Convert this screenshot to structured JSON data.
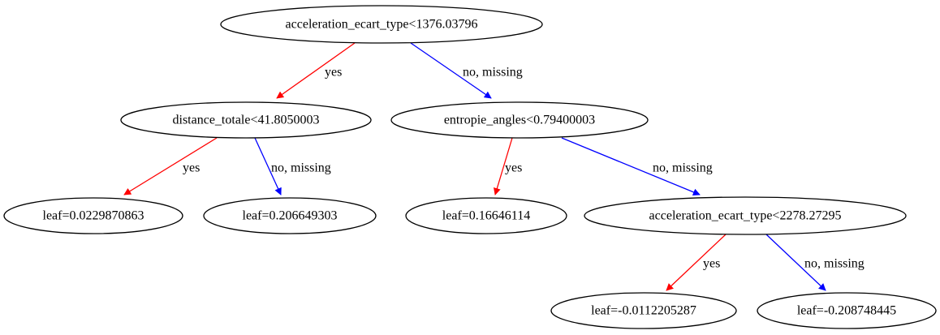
{
  "colors": {
    "yes_edge": "#ff0000",
    "no_edge": "#0000ff",
    "node_stroke": "#000000",
    "background": "#ffffff"
  },
  "nodes": {
    "n0": {
      "label": "acceleration_ecart_type<1376.03796"
    },
    "n1": {
      "label": "distance_totale<41.8050003"
    },
    "n2": {
      "label": "entropie_angles<0.79400003"
    },
    "n3": {
      "label": "leaf=0.0229870863"
    },
    "n4": {
      "label": "leaf=0.206649303"
    },
    "n5": {
      "label": "leaf=0.16646114"
    },
    "n6": {
      "label": "acceleration_ecart_type<2278.27295"
    },
    "n7": {
      "label": "leaf=-0.0112205287"
    },
    "n8": {
      "label": "leaf=-0.208748445"
    }
  },
  "edges": {
    "e0": {
      "from": "n0",
      "to": "n1",
      "label": "yes",
      "kind": "yes"
    },
    "e1": {
      "from": "n0",
      "to": "n2",
      "label": "no, missing",
      "kind": "no"
    },
    "e2": {
      "from": "n1",
      "to": "n3",
      "label": "yes",
      "kind": "yes"
    },
    "e3": {
      "from": "n1",
      "to": "n4",
      "label": "no, missing",
      "kind": "no"
    },
    "e4": {
      "from": "n2",
      "to": "n5",
      "label": "yes",
      "kind": "yes"
    },
    "e5": {
      "from": "n2",
      "to": "n6",
      "label": "no, missing",
      "kind": "no"
    },
    "e6": {
      "from": "n6",
      "to": "n7",
      "label": "yes",
      "kind": "yes"
    },
    "e7": {
      "from": "n6",
      "to": "n8",
      "label": "no, missing",
      "kind": "no"
    }
  }
}
